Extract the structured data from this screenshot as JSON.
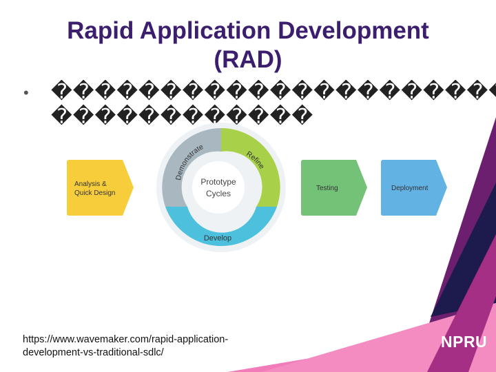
{
  "slide": {
    "title_line1": "Rapid Application Development",
    "title_line2": "(RAD)",
    "bullet_text": "���������������������������������",
    "source_line1": "https://www.wavemaker.com/rapid-application-",
    "source_line2": "development-vs-traditional-sdlc/",
    "logo_text": "NPRU"
  },
  "diagram": {
    "steps": [
      {
        "line1": "Analysis &",
        "line2": "Quick Design",
        "color": "#f7cd3c"
      },
      {
        "label": "Testing",
        "color": "#74c178"
      },
      {
        "label": "Deployment",
        "color": "#62b3e4"
      }
    ],
    "cycle": {
      "center_line1": "Prototype",
      "center_line2": "Cycles",
      "segments": [
        {
          "label": "Demonstrate",
          "color": "#a8b7c0"
        },
        {
          "label": "Refine",
          "color": "#a8d048"
        },
        {
          "label": "Develop",
          "color": "#4cc0dd"
        }
      ]
    }
  },
  "colors": {
    "title": "#3b1e6e",
    "stripe_navy": "#1c1a4d",
    "stripe_purple": "#6a1f6e",
    "stripe_magenta": "#b83a8f",
    "stripe_pink": "#f06fb4"
  }
}
